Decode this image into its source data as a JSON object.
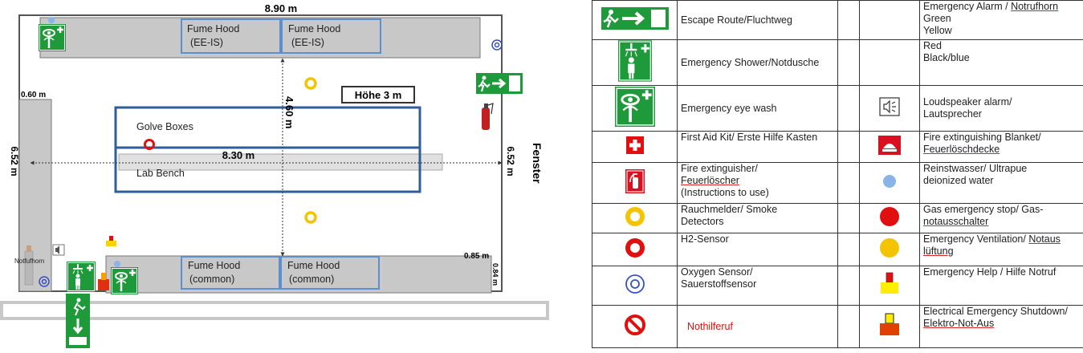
{
  "floorplan": {
    "dim_width_top": "8.90 m",
    "dim_height_left": "6.52 m",
    "dim_height_right": "6.52 m",
    "dim_bench_length": "8.30 m",
    "dim_center_vertical": "4.60 m",
    "dim_left_bench_width": "0.60 m",
    "dim_bottom_right": "0.85 m",
    "dim_bottom_right_vertical": "0.84 m",
    "height_label": "Höhe 3 m",
    "window_label": "Fenster",
    "fume_hood_ee_1": [
      "Fume Hood",
      "(EE-IS)"
    ],
    "fume_hood_ee_2": [
      "Fume Hood",
      "(EE-IS)"
    ],
    "fume_hood_common_1": [
      "Fume Hood",
      "(common)"
    ],
    "fume_hood_common_2": [
      "Fume Hood",
      "(common)"
    ],
    "glove_boxes": "Golve Boxes",
    "lab_bench": "Lab Bench",
    "alarm_horn": "Notfufhorn"
  },
  "legend": {
    "rows": [
      {
        "left_label": [
          "Escape Route/Fluchtweg"
        ],
        "right_label": [
          "Emergency Alarm / Notrufhorn",
          "Green",
          "Yellow"
        ]
      },
      {
        "left_label": [
          "Emergency Shower/Notdusche"
        ],
        "right_label": [
          "Red",
          "Black/blue"
        ]
      },
      {
        "left_label": [
          "Emergency eye wash"
        ],
        "right_label": [
          "Loudspeaker alarm/",
          "Lautsprecher"
        ]
      },
      {
        "left_label": [
          "First Aid Kit/ Erste Hilfe Kasten"
        ],
        "right_label": [
          "Fire extinguishing Blanket/",
          "Feuerlöschdecke"
        ]
      },
      {
        "left_label": [
          "Fire extinguisher/",
          "Feuerlöscher",
          "(Instructions to use)"
        ],
        "right_label": [
          "Reinstwasser/ Ultrapue",
          "deionized water"
        ]
      },
      {
        "left_label": [
          "Rauchmelder/ Smoke",
          "Detectors"
        ],
        "right_label": [
          "Gas emergency stop/ Gas-",
          "notausschalter"
        ]
      },
      {
        "left_label": [
          "H2-Sensor"
        ],
        "right_label": [
          "Emergency Ventilation/ Notaus",
          "lüftung"
        ]
      },
      {
        "left_label": [
          "Oxygen Sensor/",
          "Sauerstoffsensor"
        ],
        "right_label": [
          "Emergency Help / Hilfe Notruf"
        ]
      },
      {
        "left_label": [
          "Nothilferuf"
        ],
        "right_label": [
          "Electrical Emergency Shutdown/",
          "Elektro-Not-Aus"
        ]
      }
    ]
  },
  "colors": {
    "safety_green": "#1f9a3a",
    "hood_blue": "#5b8fd0",
    "bench_blue": "#2f5f9a",
    "red": "#e01010",
    "yellow": "#f5c400",
    "light_blue": "#8ab4e8"
  }
}
